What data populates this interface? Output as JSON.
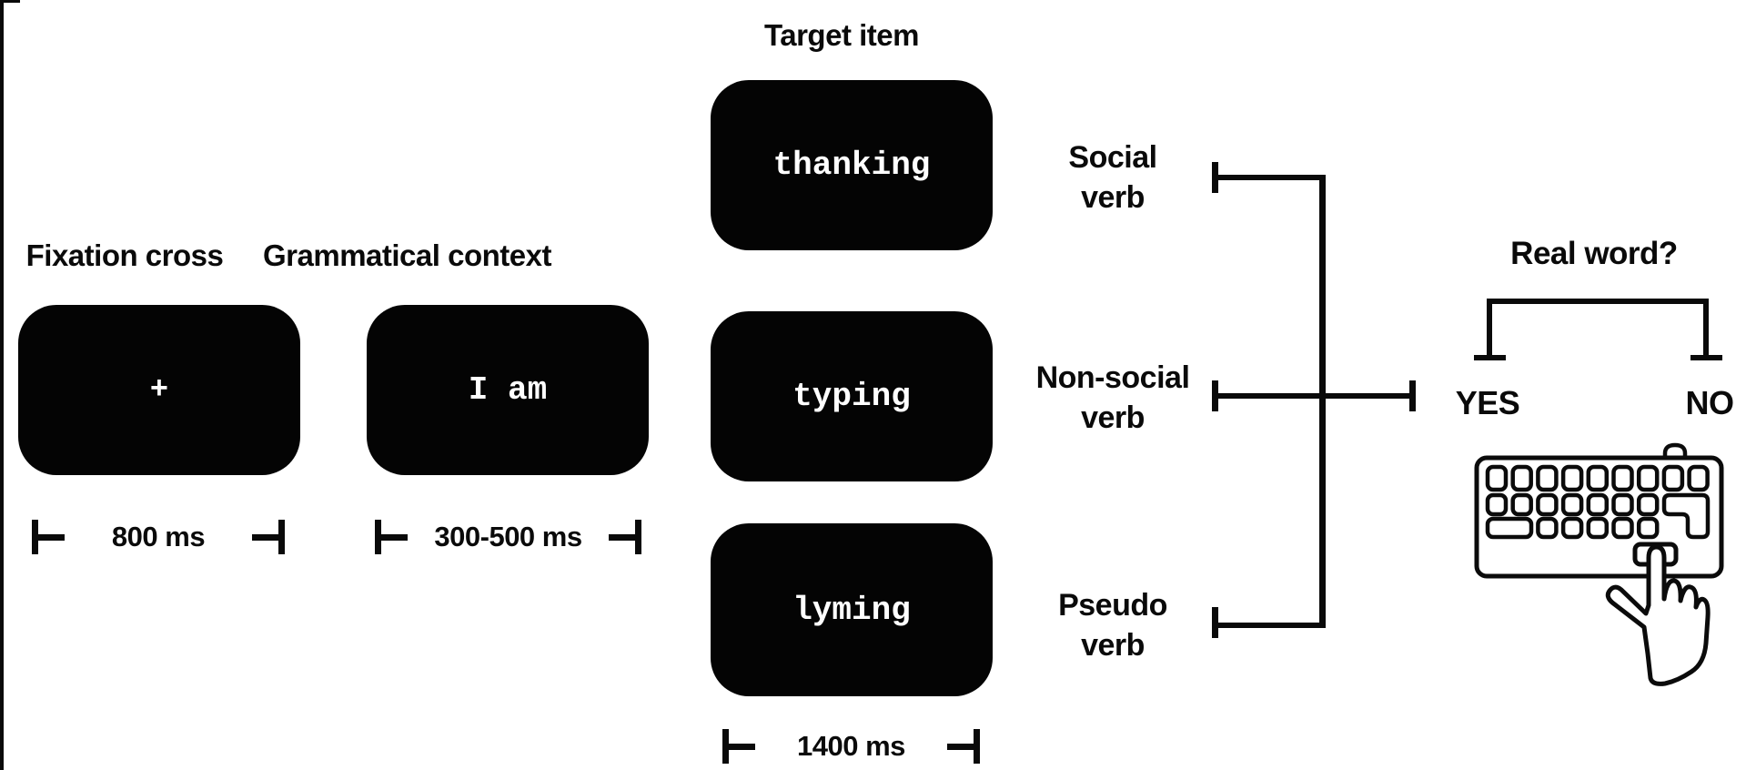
{
  "headings": {
    "fixation": "Fixation cross",
    "grammatical": "Grammatical context",
    "target": "Target item",
    "real_word": "Real word?"
  },
  "stimuli": {
    "fixation": "+",
    "context": "I am",
    "social": "thanking",
    "nonsocial": "typing",
    "pseudo": "lyming"
  },
  "durations": {
    "fixation": "800 ms",
    "context": "300-500 ms",
    "target": "1400 ms"
  },
  "conditions": {
    "social": [
      "Social",
      "verb"
    ],
    "nonsocial": [
      "Non-social",
      "verb"
    ],
    "pseudo": [
      "Pseudo",
      "verb"
    ]
  },
  "responses": {
    "yes": "YES",
    "no": "NO"
  },
  "icons": {
    "keyboard": "keyboard-icon",
    "hand": "hand-pressing-key-icon"
  },
  "colors": {
    "screen_bg": "#040404",
    "screen_text": "#ffffff",
    "line": "#0a0a0a",
    "background": "#ffffff"
  }
}
